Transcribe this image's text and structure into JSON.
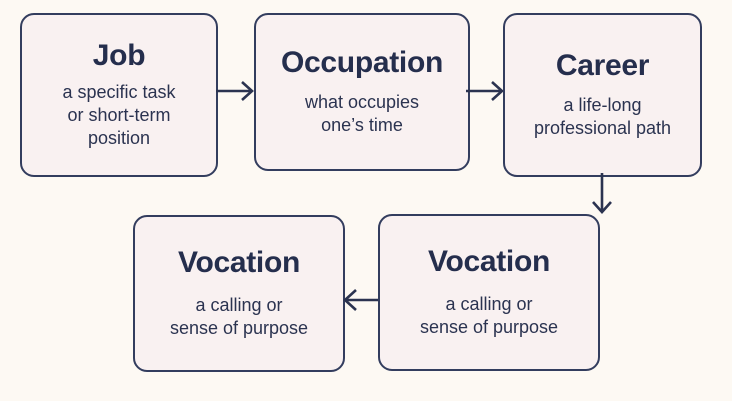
{
  "diagram": {
    "title": "Job to Vocation progression flowchart",
    "colors": {
      "background": "#fdf9f3",
      "node_fill": "#f9f1f1",
      "node_border": "#333d5e",
      "text": "#252e4d",
      "connector": "#2b3350"
    },
    "nodes": [
      {
        "id": "job",
        "title": "Job",
        "description": "a specific task\nor short-term\nposition"
      },
      {
        "id": "occupation",
        "title": "Occupation",
        "description": "what occupies\none’s time"
      },
      {
        "id": "career",
        "title": "Career",
        "description": "a life-long\nprofessional path"
      },
      {
        "id": "vocation-right",
        "title": "Vocation",
        "description": "a calling or\nsense of purpose"
      },
      {
        "id": "vocation-left",
        "title": "Vocation",
        "description": "a calling or\nsense of purpose"
      }
    ],
    "connectors": [
      {
        "id": "job-to-occupation",
        "from": "job",
        "to": "occupation",
        "direction": "right"
      },
      {
        "id": "occupation-to-career",
        "from": "occupation",
        "to": "career",
        "direction": "right"
      },
      {
        "id": "career-to-vocation",
        "from": "career",
        "to": "vocation-right",
        "direction": "down"
      },
      {
        "id": "vocation-to-vocation",
        "from": "vocation-right",
        "to": "vocation-left",
        "direction": "left"
      }
    ]
  }
}
